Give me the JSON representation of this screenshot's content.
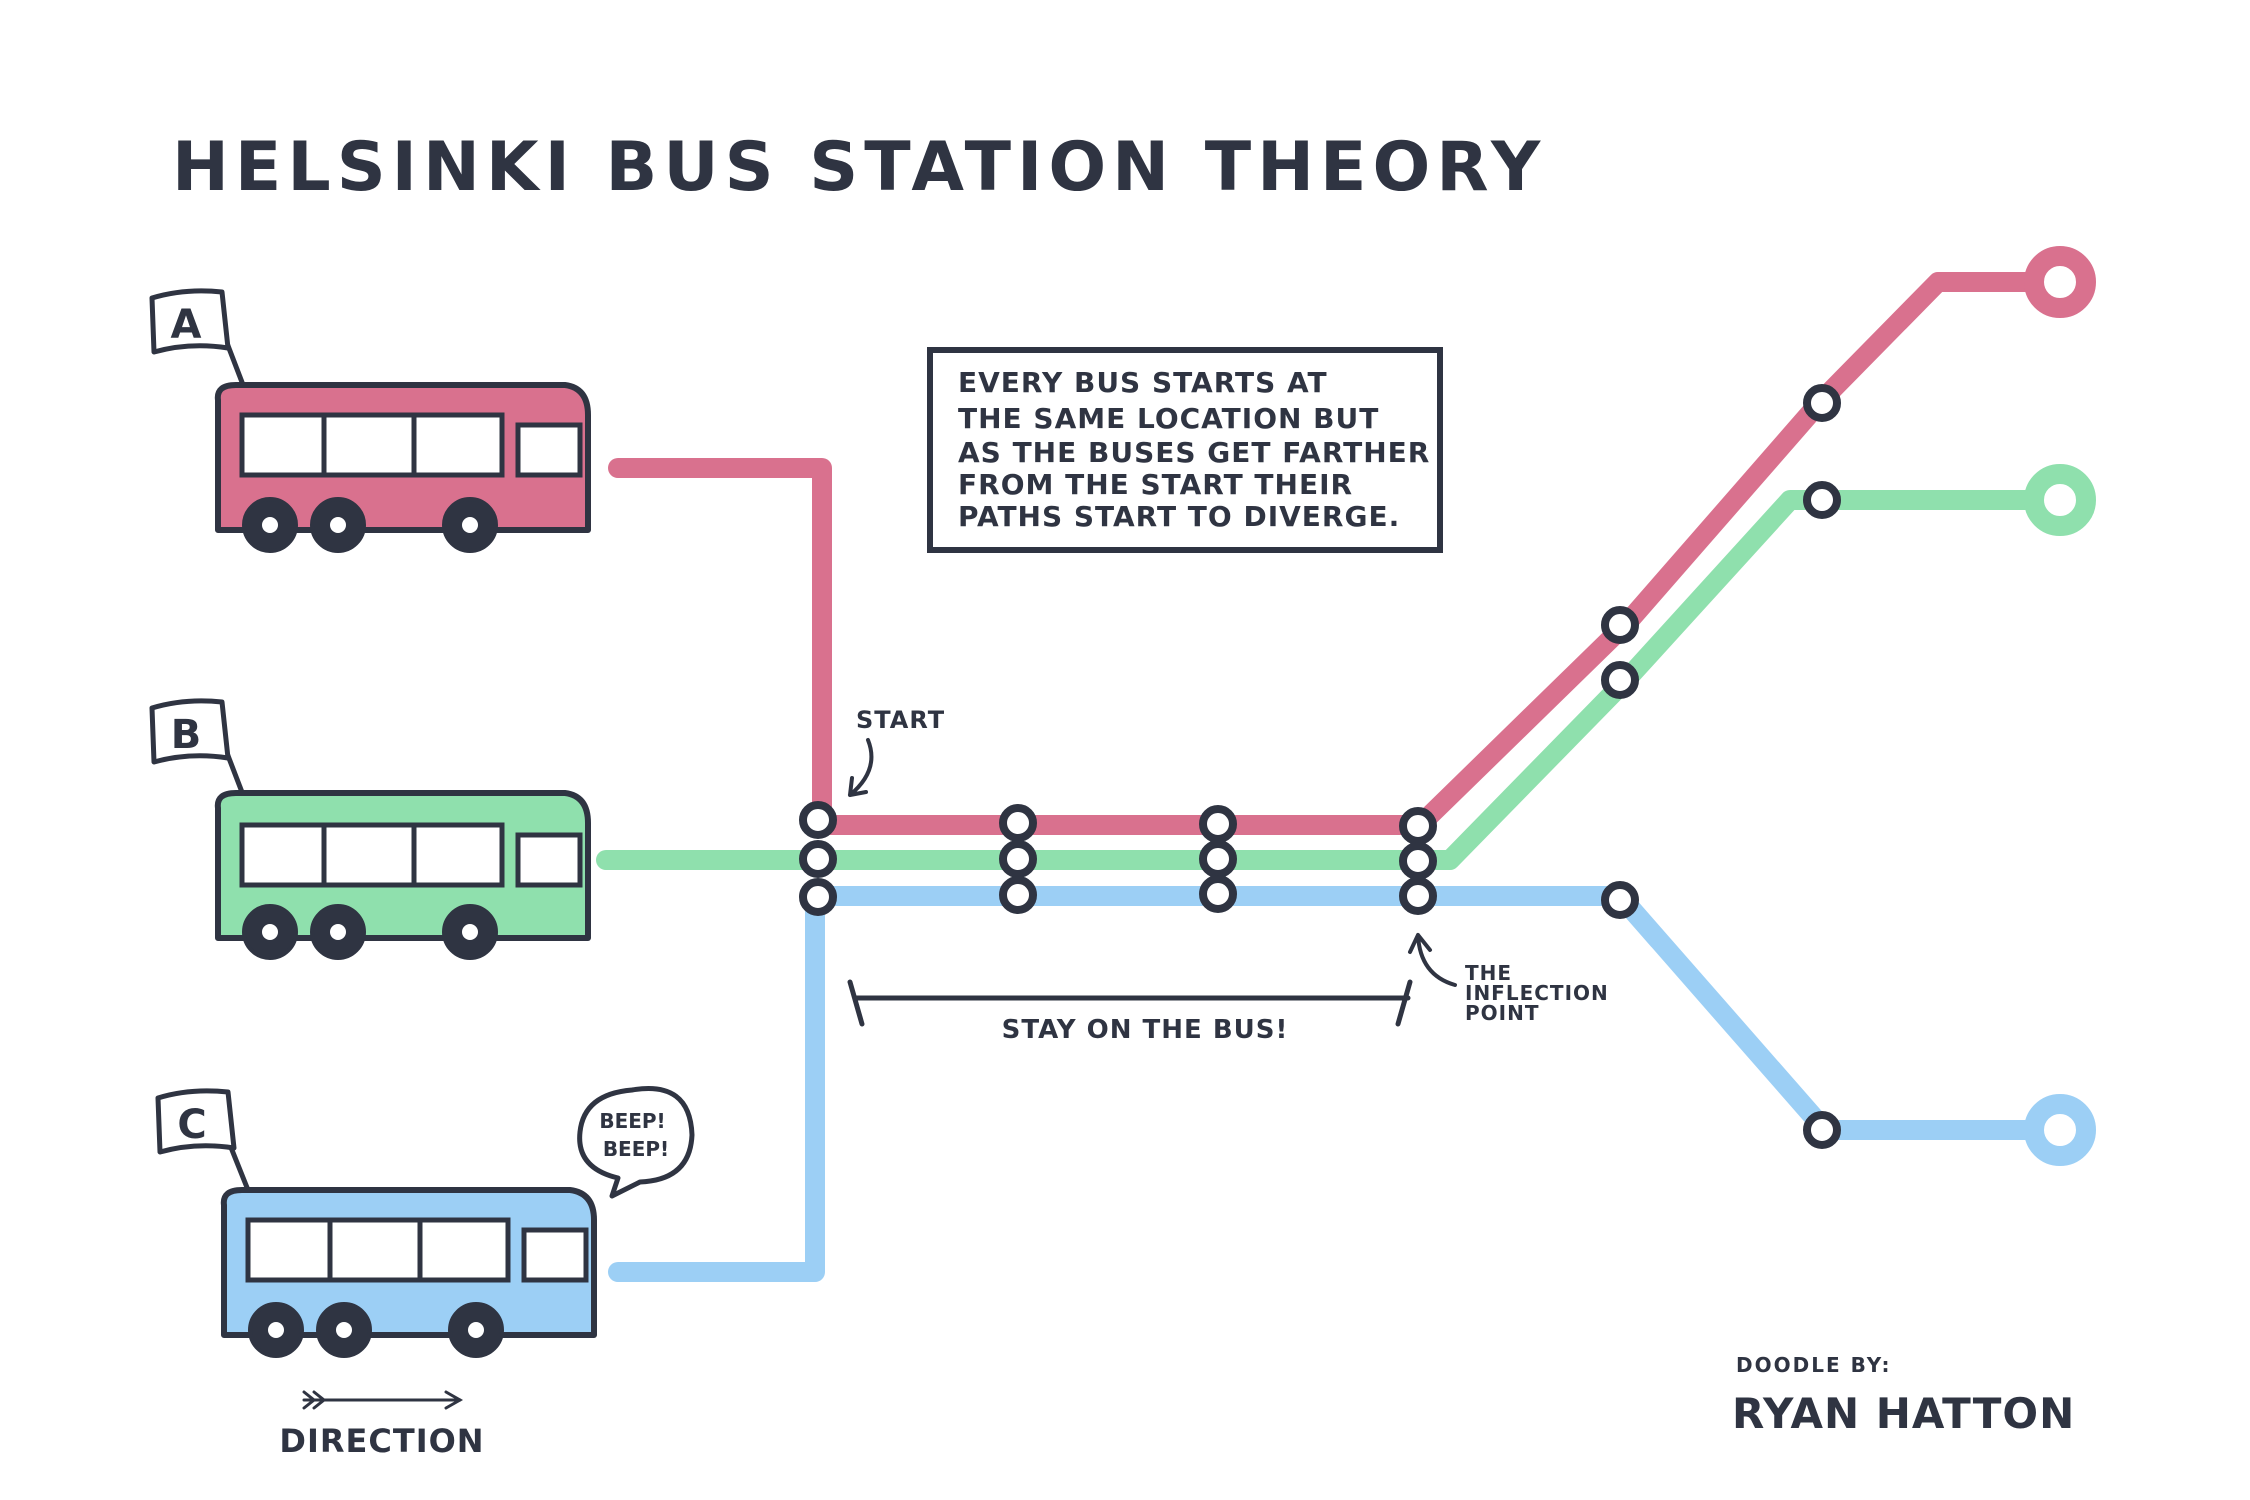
{
  "title": "Helsinki Bus Station Theory",
  "colors": {
    "ink": "#2f3442",
    "route_a": "#d9718e",
    "route_b": "#8fe0ad",
    "route_c": "#9ccff5",
    "paper": "#ffffff"
  },
  "buses": [
    {
      "label": "A",
      "color": "#d9718e",
      "speech": null
    },
    {
      "label": "B",
      "color": "#8fe0ad",
      "speech": null
    },
    {
      "label": "C",
      "color": "#9ccff5",
      "speech": "BEEP! BEEP!"
    }
  ],
  "note_box": {
    "lines": [
      "Every bus starts at",
      "the same location but",
      "as the buses get farther",
      "from the start their",
      "paths start to diverge."
    ]
  },
  "annotations": {
    "start": "Start",
    "stay_on_bus": "Stay on the bus!",
    "inflection": [
      "The",
      "Inflection",
      "Point"
    ],
    "direction": "Direction"
  },
  "credit": {
    "label": "Doodle by:",
    "name": "Ryan Hatton"
  }
}
